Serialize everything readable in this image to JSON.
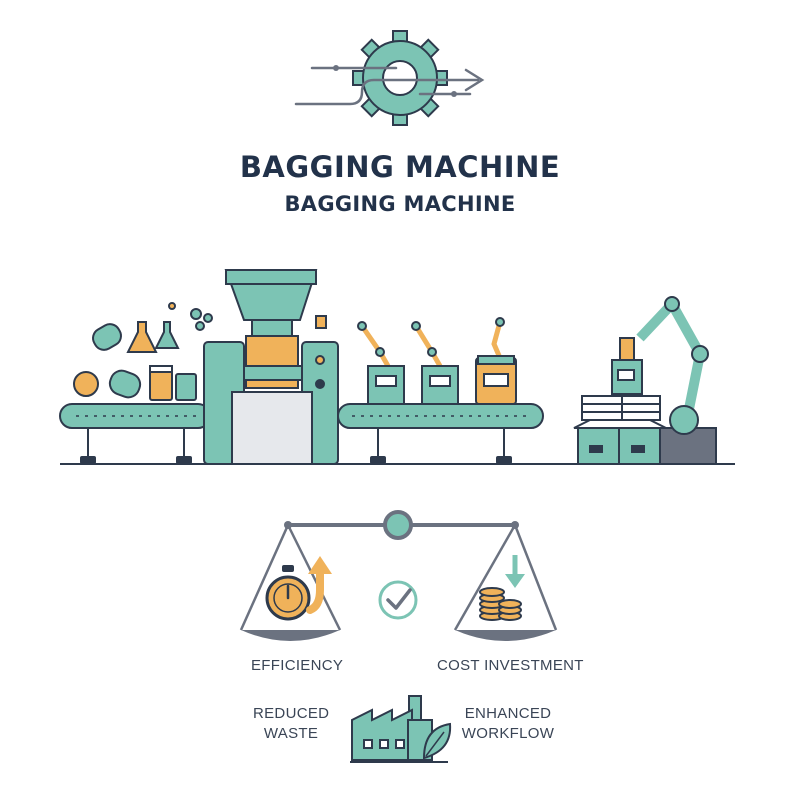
{
  "title": "BAGGING MACHINE",
  "subtitle": "BAGGING MACHINE",
  "benefits": {
    "efficiency": "EFFICIENCY",
    "cost_investment": "COST INVESTMENT",
    "reduced_waste_line1": "REDUCED",
    "reduced_waste_line2": "WASTE",
    "enhanced_workflow_line1": "ENHANCED",
    "enhanced_workflow_line2": "WORKFLOW"
  },
  "colors": {
    "teal": "#7cc4b4",
    "dark": "#2e3a4c",
    "orange": "#f0b25a",
    "gray": "#6b7280",
    "light_gray": "#e6e8ec"
  }
}
